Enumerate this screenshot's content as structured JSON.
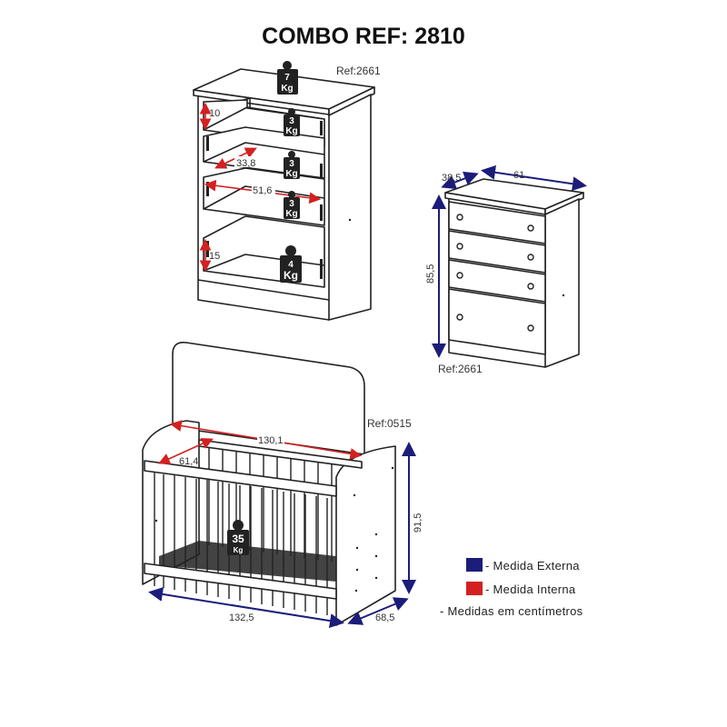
{
  "title": "COMBO REF: 2810",
  "dresser_open": {
    "ref": "Ref:2661",
    "top_weight": {
      "value": "7",
      "unit": "Kg"
    },
    "drawer_weights": [
      {
        "value": "3",
        "unit": "Kg"
      },
      {
        "value": "3",
        "unit": "Kg"
      },
      {
        "value": "3",
        "unit": "Kg"
      },
      {
        "value": "4",
        "unit": "Kg"
      }
    ],
    "internal_dims": {
      "drawer_height_small": "10",
      "drawer_depth": "33,8",
      "drawer_width": "51,6",
      "drawer_height_large": "15"
    }
  },
  "dresser_closed": {
    "ref": "Ref:2661",
    "external_dims": {
      "depth": "38,5",
      "width": "61",
      "height": "85,5"
    }
  },
  "crib": {
    "ref": "Ref:0515",
    "weight": {
      "value": "35",
      "unit": "Kg"
    },
    "internal_dims": {
      "length": "130,1",
      "width": "61,4"
    },
    "external_dims": {
      "length": "132,5",
      "depth": "68,5",
      "height": "91,5"
    }
  },
  "legend": {
    "external": {
      "label": "- Medida Externa",
      "color": "#1c1c7a"
    },
    "internal": {
      "label": "- Medida Interna",
      "color": "#d42020"
    },
    "units_note": "- Medidas em centímetros"
  }
}
